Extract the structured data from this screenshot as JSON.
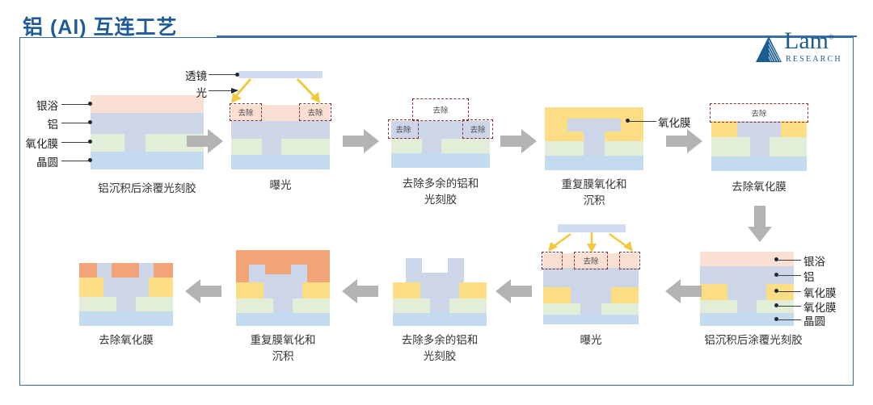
{
  "header": {
    "title": "铝 (Al) 互连工艺",
    "logo_name": "Lam",
    "logo_sub": "RESEARCH",
    "logo_tm": "®"
  },
  "colors": {
    "title_blue": "#1f5b96",
    "frame_blue": "#2e6ea4",
    "photoresist_peach": "#fadfd3",
    "aluminum_blue_gray": "#ccd6e8",
    "oxide_green": "#e3eed8",
    "wafer_blue": "#c3daef",
    "oxide_yellow": "#fbdd86",
    "oxide_orange": "#f0a477",
    "arrow_gray": "#b3b3b3",
    "light_yellow": "#f2c93c",
    "remove_dash_red": "#8f2d2d"
  },
  "labels": {
    "photoresist": "银浴",
    "aluminum": "铝",
    "oxide": "氧化膜",
    "wafer": "晶圆",
    "lens": "透镜",
    "light": "光",
    "remove": "去除"
  },
  "steps": [
    {
      "id": "step-1",
      "caption": [
        "铝沉积后涂覆光刻胶"
      ]
    },
    {
      "id": "step-2",
      "caption": [
        "曝光"
      ]
    },
    {
      "id": "step-3",
      "caption": [
        "去除多余的铝和",
        "光刻胶"
      ]
    },
    {
      "id": "step-4",
      "caption": [
        "重复膜氧化和",
        "沉积"
      ]
    },
    {
      "id": "step-5",
      "caption": [
        "去除氧化膜"
      ]
    },
    {
      "id": "step-6",
      "caption": [
        "铝沉积后涂覆光刻胶"
      ]
    },
    {
      "id": "step-7",
      "caption": [
        "曝光"
      ]
    },
    {
      "id": "step-8",
      "caption": [
        "去除多余的铝和",
        "光刻胶"
      ]
    },
    {
      "id": "step-9",
      "caption": [
        "重复膜氧化和",
        "沉积"
      ]
    },
    {
      "id": "step-10",
      "caption": [
        "去除氧化膜"
      ]
    }
  ],
  "step1_labels": [
    "银浴",
    "铝",
    "氧化膜",
    "晶圆"
  ],
  "step6_labels": [
    "银浴",
    "铝",
    "氧化膜",
    "氧化膜",
    "晶圆"
  ],
  "step2_annotations": {
    "lens": "透镜",
    "light": "光",
    "remove_left": "去除",
    "remove_right": "去除"
  },
  "step3_annotations": {
    "remove_top": "去除",
    "remove_left": "去除",
    "remove_right": "去除"
  },
  "step4_annotations": {
    "oxide": "氧化膜"
  },
  "step5_annotations": {
    "remove_top": "去除"
  },
  "step7_annotations": {
    "remove_center": "去除"
  }
}
